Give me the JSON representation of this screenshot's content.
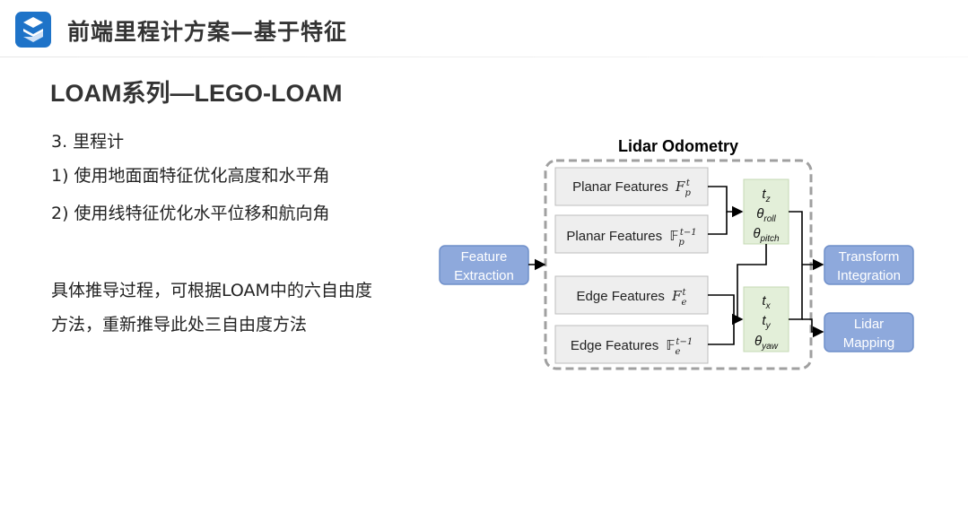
{
  "header": {
    "title": "前端里程计方案—基于特征",
    "logo": "s-logo-icon",
    "accent": "#1e73c8"
  },
  "subtitle": "LOAM系列—LEGO-LOAM",
  "body": {
    "lines": [
      "3. 里程计",
      "1) 使用地面面特征优化高度和水平角",
      "2) 使用线特征优化水平位移和航向角",
      "具体推导过程，可根据LOAM中的六自由度",
      "方法，重新推导此处三自由度方法"
    ]
  },
  "diagram": {
    "title": "Lidar Odometry",
    "feature_extraction": [
      "Feature",
      "Extraction"
    ],
    "planar_t": "Planar Features",
    "planar_t1": "Planar Features",
    "edge_t": "Edge Features",
    "edge_t1": "Edge Features",
    "transform": [
      "Transform",
      "Integration"
    ],
    "mapping": [
      "Lidar",
      "Mapping"
    ],
    "colors": {
      "blue_box": "#8ea9dc",
      "blue_border": "#6f8fc9",
      "gray_box": "#eeeeee",
      "green_box": "#e3efd9",
      "dash": "#a0a0a0"
    }
  }
}
